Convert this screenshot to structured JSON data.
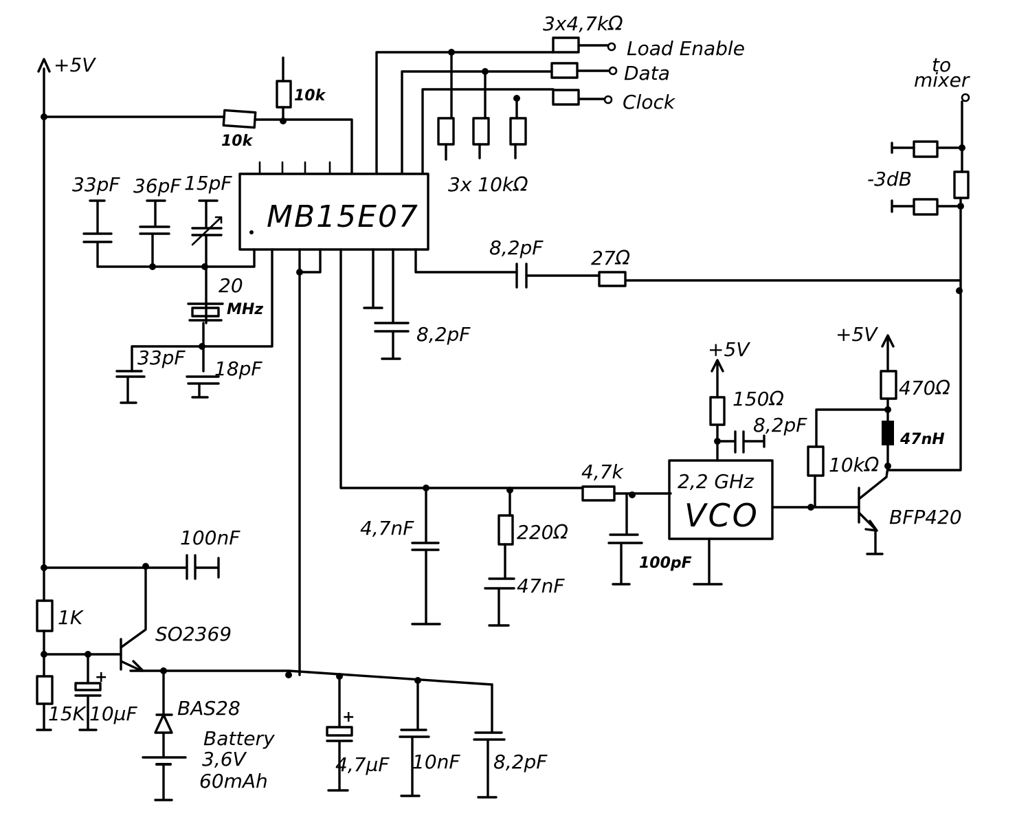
{
  "ic": {
    "name": "MB15E07"
  },
  "supply": {
    "main": "+5V",
    "vco": "+5V",
    "amp": "+5V"
  },
  "outputs": {
    "series_resistors": "3x4,7kΩ",
    "pullups": "3x 10kΩ",
    "load_enable": "Load Enable",
    "data": "Data",
    "clock": "Clock",
    "to_mixer_1": "to",
    "to_mixer_2": "mixer"
  },
  "top_resistors": {
    "r_vertical": "10k",
    "r_horizontal": "10k"
  },
  "crystal": {
    "c1": "33pF",
    "c2": "36pF",
    "c3": "15pF",
    "freq_1": "20",
    "freq_2": "MHz",
    "c4": "33pF",
    "c5": "18pF"
  },
  "ic_caps": {
    "c_coupling": "8,2pF",
    "c_bypass": "8,2pF",
    "r_series": "27Ω"
  },
  "attenuator": {
    "label": "-3dB"
  },
  "loop_filter": {
    "c1": "4,7nF",
    "r1": "220Ω",
    "c2": "47nF",
    "r2": "4,7k",
    "c3": "100pF"
  },
  "vco": {
    "freq": "2,2 GHz",
    "name": "VCO",
    "r_feed": "150Ω",
    "c_feed": "8,2pF"
  },
  "amplifier": {
    "r_collector": "470Ω",
    "inductor": "47nH",
    "r_bias": "10kΩ",
    "transistor": "BFP420"
  },
  "power": {
    "c_filter": "100nF",
    "r1": "1K",
    "r2": "15K",
    "c_elec": "10µF",
    "transistor": "SO2369",
    "diode": "BAS28",
    "battery_1": "Battery",
    "battery_2": "3,6V",
    "battery_3": "60mAh",
    "c_a": "4,7µF",
    "c_b": "10nF",
    "c_c": "8,2pF",
    "plus": "+"
  }
}
